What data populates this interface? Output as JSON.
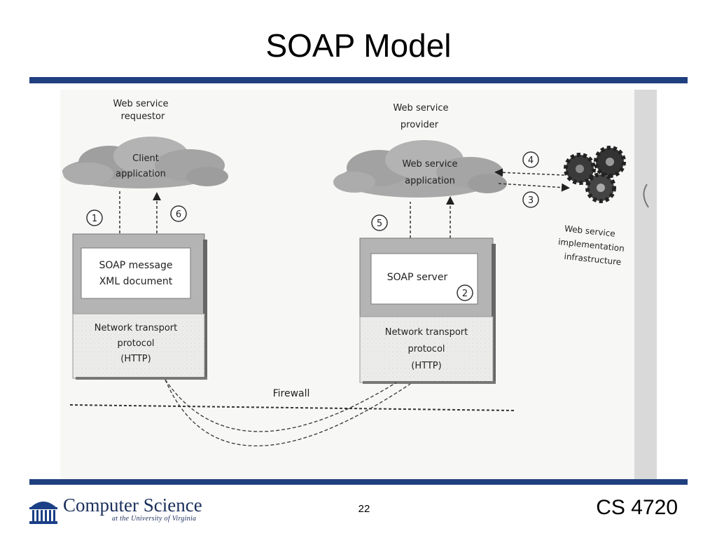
{
  "slide": {
    "title": "SOAP Model",
    "page_number": "22",
    "course": "CS 4720"
  },
  "footer_logo": {
    "name": "Computer Science",
    "subtitle": "at the University of Virginia"
  },
  "diagram": {
    "requestor_label_1": "Web service",
    "requestor_label_2": "requestor",
    "client_app_1": "Client",
    "client_app_2": "application",
    "provider_label_1": "Web service",
    "provider_label_2": "provider",
    "provider_app_1": "Web service",
    "provider_app_2": "application",
    "soap_message_1": "SOAP message",
    "soap_message_2": "XML document",
    "soap_server": "SOAP server",
    "left_transport_1": "Network transport",
    "left_transport_2": "protocol",
    "left_transport_3": "(HTTP)",
    "right_transport_1": "Network transport",
    "right_transport_2": "protocol",
    "right_transport_3": "(HTTP)",
    "impl_1": "Web service",
    "impl_2": "implementation",
    "impl_3": "infrastructure",
    "firewall": "Firewall",
    "step_1": "1",
    "step_2": "2",
    "step_3": "3",
    "step_4": "4",
    "step_5": "5",
    "step_6": "6"
  },
  "colors": {
    "rule": "#1f3f7f",
    "gray_box": "#b4b4b4",
    "transport_box": "#ececea",
    "cloud": "#a9a9a9"
  }
}
